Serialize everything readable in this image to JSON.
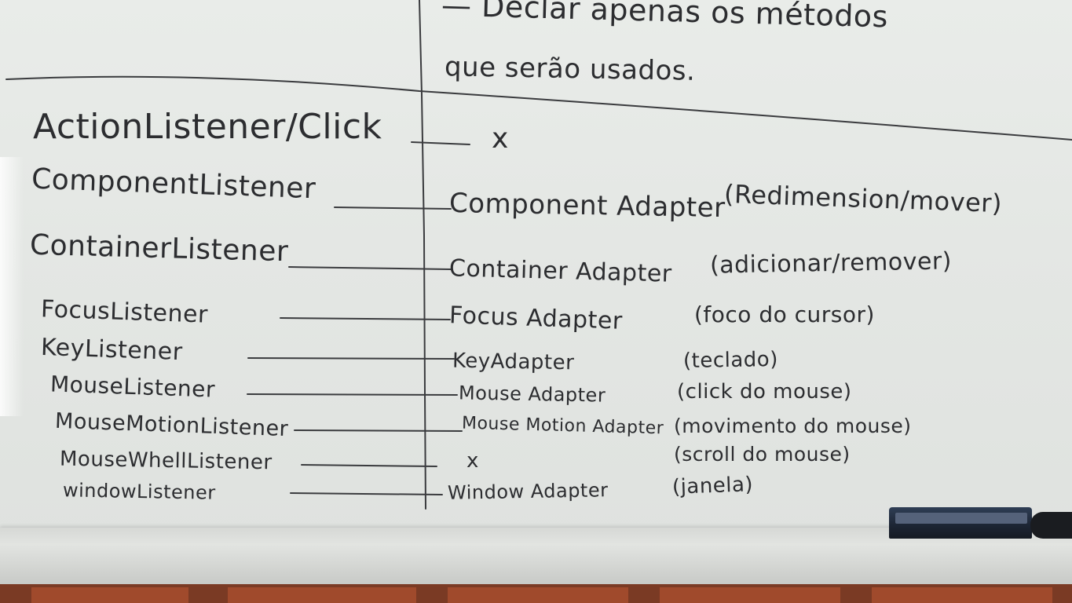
{
  "top_note": {
    "line1": "— Declar apenas os métodos",
    "line2": "que serão usados."
  },
  "rows": [
    {
      "listener": "ActionListener/Click",
      "adapter": "x",
      "note": ""
    },
    {
      "listener": "ComponentListener",
      "adapter": "Component Adapter",
      "note": "(Redimension/mover)"
    },
    {
      "listener": "ContainerListener",
      "adapter": "Container Adapter",
      "note": "(adicionar/remover)"
    },
    {
      "listener": "FocusListener",
      "adapter": "Focus Adapter",
      "note": "(foco do cursor)"
    },
    {
      "listener": "KeyListener",
      "adapter": "KeyAdapter",
      "note": "(teclado)"
    },
    {
      "listener": "MouseListener",
      "adapter": "Mouse Adapter",
      "note": "(click do mouse)"
    },
    {
      "listener": "MouseMotionListener",
      "adapter": "Mouse Motion Adapter",
      "note": "(movimento do mouse)"
    },
    {
      "listener": "MouseWhellListener",
      "adapter": "x",
      "note": "(scroll do mouse)"
    },
    {
      "listener": "windowListener",
      "adapter": "Window Adapter",
      "note": "(janela)"
    }
  ],
  "colors": {
    "ink": "#2c2d30",
    "board": "#e6e9e6",
    "eraser": "#1c2433"
  }
}
